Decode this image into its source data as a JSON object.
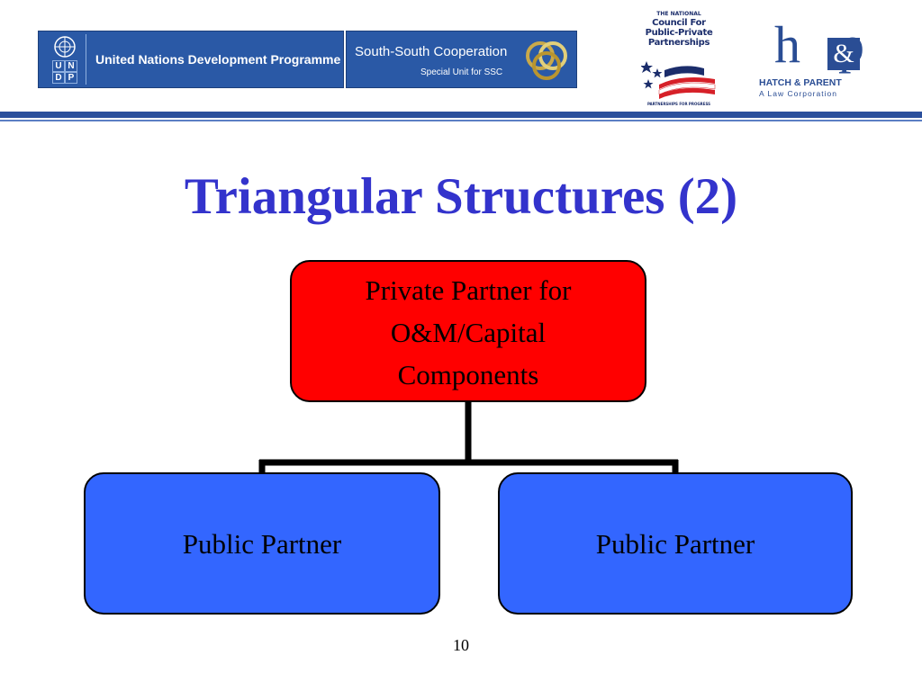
{
  "logos": {
    "undp": {
      "letters": [
        "U",
        "N",
        "D",
        "P"
      ],
      "name": "United Nations Development Programme"
    },
    "ssc": {
      "title": "South-South Cooperation",
      "subtitle": "Special Unit for SSC"
    },
    "ncppp": {
      "top_text": "THE NATIONAL",
      "lines": [
        "Council For",
        "Public-Private",
        "Partnerships"
      ],
      "bottom_text": "PARTNERSHIPS FOR PROGRESS"
    },
    "hatch_parent": {
      "monogram_h": "h",
      "monogram_amp": "&",
      "monogram_p": "p",
      "name": "HATCH & PARENT",
      "subtitle": "A Law Corporation"
    }
  },
  "slide": {
    "title": "Triangular Structures (2)",
    "page_number": "10"
  },
  "diagram": {
    "top_node": "Private Partner for\nO&M/Capital\nComponents",
    "left_node": "Public Partner",
    "right_node": "Public Partner"
  },
  "colors": {
    "title": "#3333cc",
    "top_node_fill": "#ff0000",
    "child_node_fill": "#3366ff",
    "header_rule": "#2a4f9c",
    "logo_blue": "#2a59a6"
  }
}
